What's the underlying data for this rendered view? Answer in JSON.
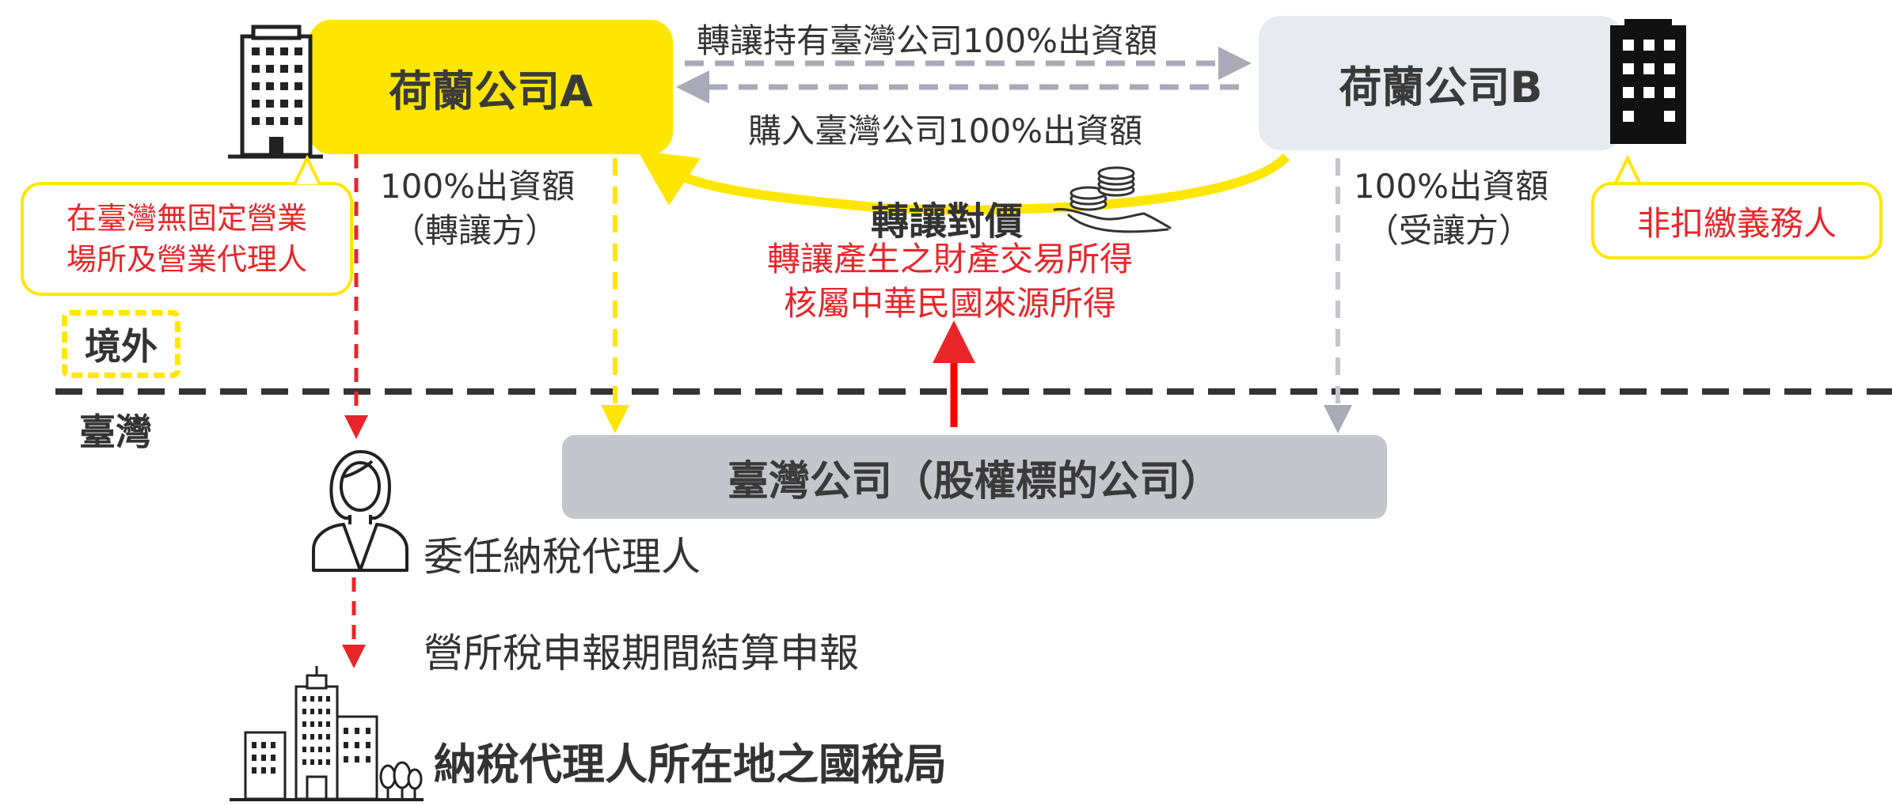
{
  "entities": {
    "company_a": "荷蘭公司A",
    "company_b": "荷蘭公司B",
    "taiwan_company": "臺灣公司（股權標的公司）"
  },
  "arrows": {
    "top_label": "轉讓持有臺灣公司100%出資額",
    "bottom_label": "購入臺灣公司100%出資額"
  },
  "share_a": {
    "line1": "100%出資額",
    "line2": "（轉讓方）"
  },
  "share_b": {
    "line1": "100%出資額",
    "line2": "（受讓方）"
  },
  "consideration": {
    "label": "轉讓對價",
    "income_line1": "轉讓產生之財產交易所得",
    "income_line2": "核屬中華民國來源所得"
  },
  "callouts": {
    "a_note": "在臺灣無固定營業場所及營業代理人",
    "b_note": "非扣繳義務人"
  },
  "regions": {
    "offshore": "境外",
    "taiwan": "臺灣"
  },
  "procedure": {
    "agent": "委任納稅代理人",
    "filing": "營所稅申報期間結算申報",
    "bureau": "納稅代理人所在地之國稅局"
  },
  "colors": {
    "yellow": "#ffe600",
    "red": "#e8262a",
    "grey_box": "#c5c6cc",
    "light_box": "#e7eaef",
    "grey_arrow": "#a9a9b7",
    "text": "#333333"
  },
  "icons": [
    "office-building-icon",
    "dark-building-icon",
    "coins-hand-icon",
    "woman-agent-icon",
    "tax-bureau-building-icon"
  ]
}
